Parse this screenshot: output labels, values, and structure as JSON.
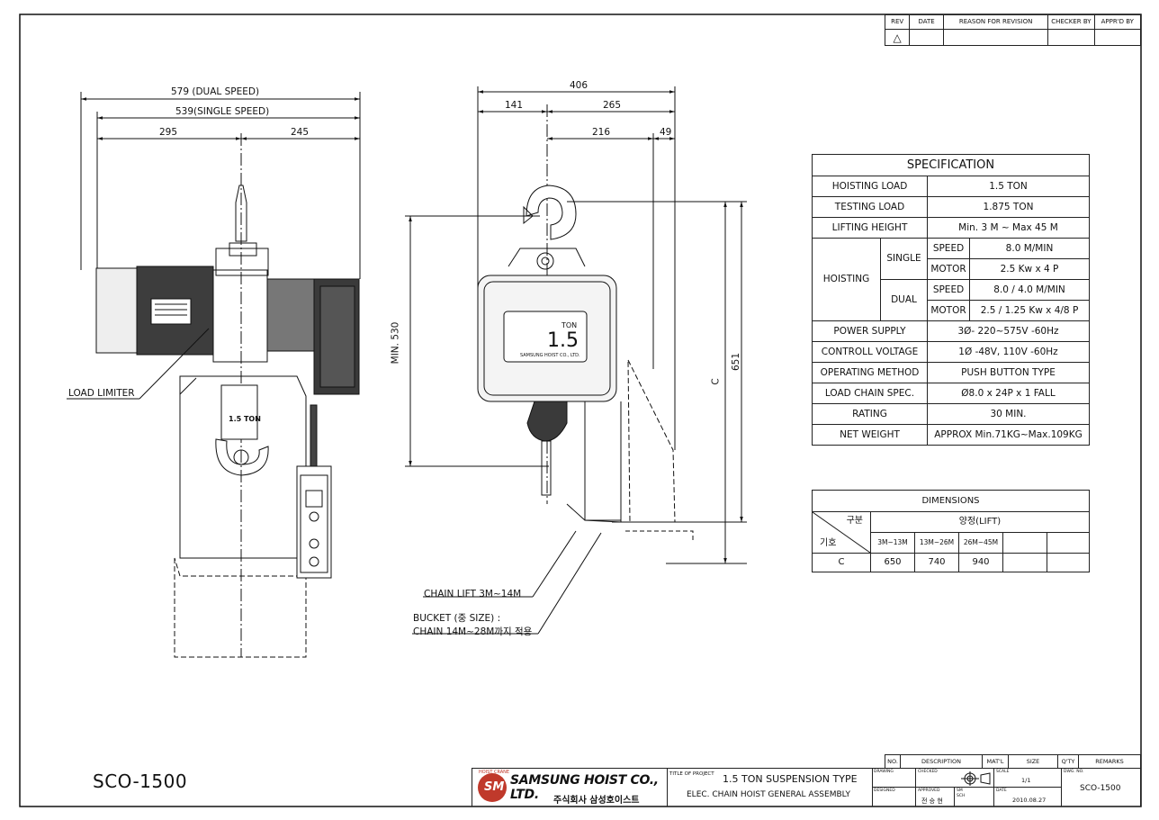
{
  "revision_table": {
    "headers": [
      "REV",
      "DATE",
      "REASON FOR REVISION",
      "CHECKER BY",
      "APPR'D BY"
    ],
    "rev_symbol": "△"
  },
  "dimensions_front": {
    "dual_speed": "579 (DUAL SPEED)",
    "single_speed": "539(SINGLE SPEED)",
    "left": "295",
    "right": "245"
  },
  "dimensions_side": {
    "total": "406",
    "left": "141",
    "right": "265",
    "inner": "216",
    "edge": "49",
    "min_height": "MIN. 530",
    "c": "C",
    "height": "651"
  },
  "hook_plate_text": "1.5 TON",
  "nameplate": {
    "ton_label": "TON",
    "value": "1.5",
    "maker": "SAMSUNG HOIST CO., LTD."
  },
  "annotations": {
    "load_limiter": "LOAD LIMITER",
    "chain_lift": "CHAIN LIFT 3M~14M",
    "bucket_line1": "BUCKET (중 SIZE) :",
    "bucket_line2": "CHAIN 14M~28M까지 적용"
  },
  "specification": {
    "title": "SPECIFICATION",
    "hoisting_load": {
      "label": "HOISTING LOAD",
      "value": "1.5  TON"
    },
    "testing_load": {
      "label": "TESTING LOAD",
      "value": "1.875  TON"
    },
    "lifting_height": {
      "label": "LIFTING HEIGHT",
      "value": "Min. 3 M ~ Max 45 M"
    },
    "hoisting": {
      "label": "HOISTING",
      "single": {
        "label": "SINGLE",
        "speed_label": "SPEED",
        "speed": "8.0  M/MIN",
        "motor_label": "MOTOR",
        "motor": "2.5 Kw x 4 P"
      },
      "dual": {
        "label": "DUAL",
        "speed_label": "SPEED",
        "speed": "8.0 / 4.0  M/MIN",
        "motor_label": "MOTOR",
        "motor": "2.5 / 1.25 Kw x 4/8 P"
      }
    },
    "power_supply": {
      "label": "POWER SUPPLY",
      "value": "3Ø- 220~575V -60Hz"
    },
    "control_voltage": {
      "label": "CONTROLL VOLTAGE",
      "value": "1Ø -48V, 110V -60Hz"
    },
    "operating_method": {
      "label": "OPERATING METHOD",
      "value": "PUSH BUTTON TYPE"
    },
    "load_chain": {
      "label": "LOAD CHAIN SPEC.",
      "value": "Ø8.0 x 24P x 1 FALL"
    },
    "rating": {
      "label": "RATING",
      "value": "30 MIN."
    },
    "net_weight": {
      "label": "NET WEIGHT",
      "value": "APPROX  Min.71KG~Max.109KG"
    }
  },
  "dimensions_table": {
    "title": "DIMENSIONS",
    "corner_top": "구분",
    "corner_bottom": "기호",
    "group": "양정(LIFT)",
    "cols": [
      "3M~13M",
      "13M~26M",
      "26M~45M"
    ],
    "row_label": "C",
    "row_values": [
      "650",
      "740",
      "940"
    ]
  },
  "drawing_number": "SCO-1500",
  "title_block": {
    "parts_headers": [
      "NO.",
      "DESCRIPTION",
      "MAT'L",
      "SIZE",
      "Q'TY",
      "REMARKS"
    ],
    "company_en": "SAMSUNG HOIST CO., LTD.",
    "company_kr": "주식회사 삼성호이스트",
    "logo_letters": "SM",
    "logo_arc": "HOIST CRANE",
    "title_of_project_label": "TITLE OF PROJECT",
    "title_line1": "1.5 TON SUSPENSION TYPE",
    "title_line2": "ELEC. CHAIN HOIST GENERAL ASSEMBLY",
    "drawing_label": "DRAWING",
    "checked_label": "CHECKED",
    "scale_label": "SCALE",
    "scale_value": "1/1",
    "dwg_no_label": "DWG. NO.",
    "dwg_no": "SCO-1500",
    "designed_label": "DESIGNED",
    "approved_label": "APPROVED",
    "approved_value": "전 승 현",
    "sm_label": "SM",
    "sm_value": "SCH",
    "date_label": "DATE",
    "date_value": "2010.08.27"
  }
}
